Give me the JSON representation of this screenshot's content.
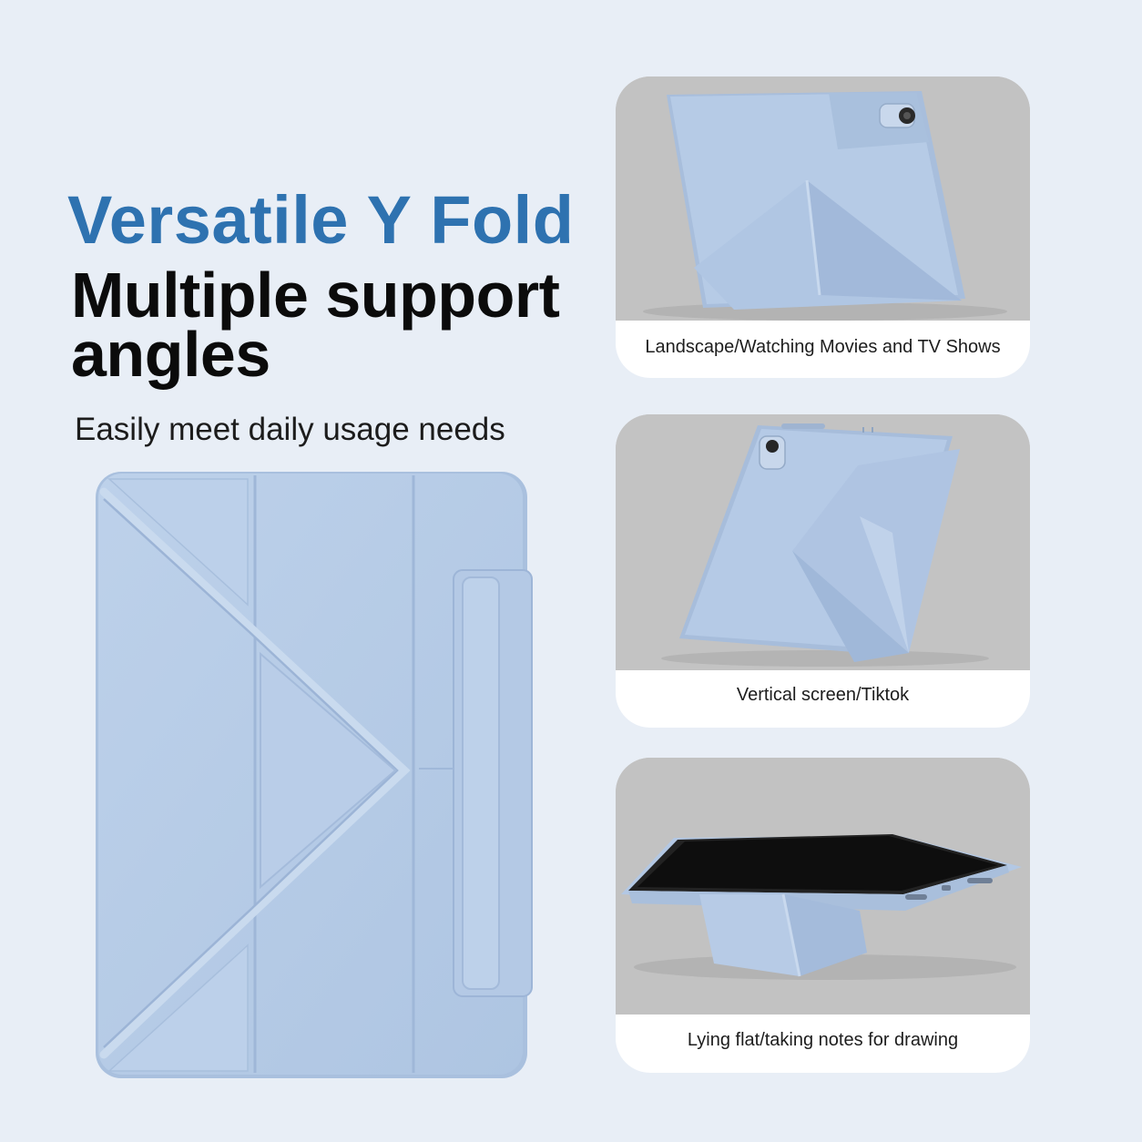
{
  "heading": {
    "line1": "Versatile Y Fold",
    "line2": "Multiple support angles",
    "subtitle": "Easily meet daily usage needs"
  },
  "cards": [
    {
      "caption": "Landscape/Watching Movies and TV Shows"
    },
    {
      "caption": "Vertical screen/Tiktok"
    },
    {
      "caption": "Lying flat/taking notes for drawing"
    }
  ],
  "colors": {
    "background": "#e8eef6",
    "headline_accent": "#2e72b0",
    "case_blue": "#b6cbe6",
    "photo_backdrop": "#c4c4c4"
  }
}
